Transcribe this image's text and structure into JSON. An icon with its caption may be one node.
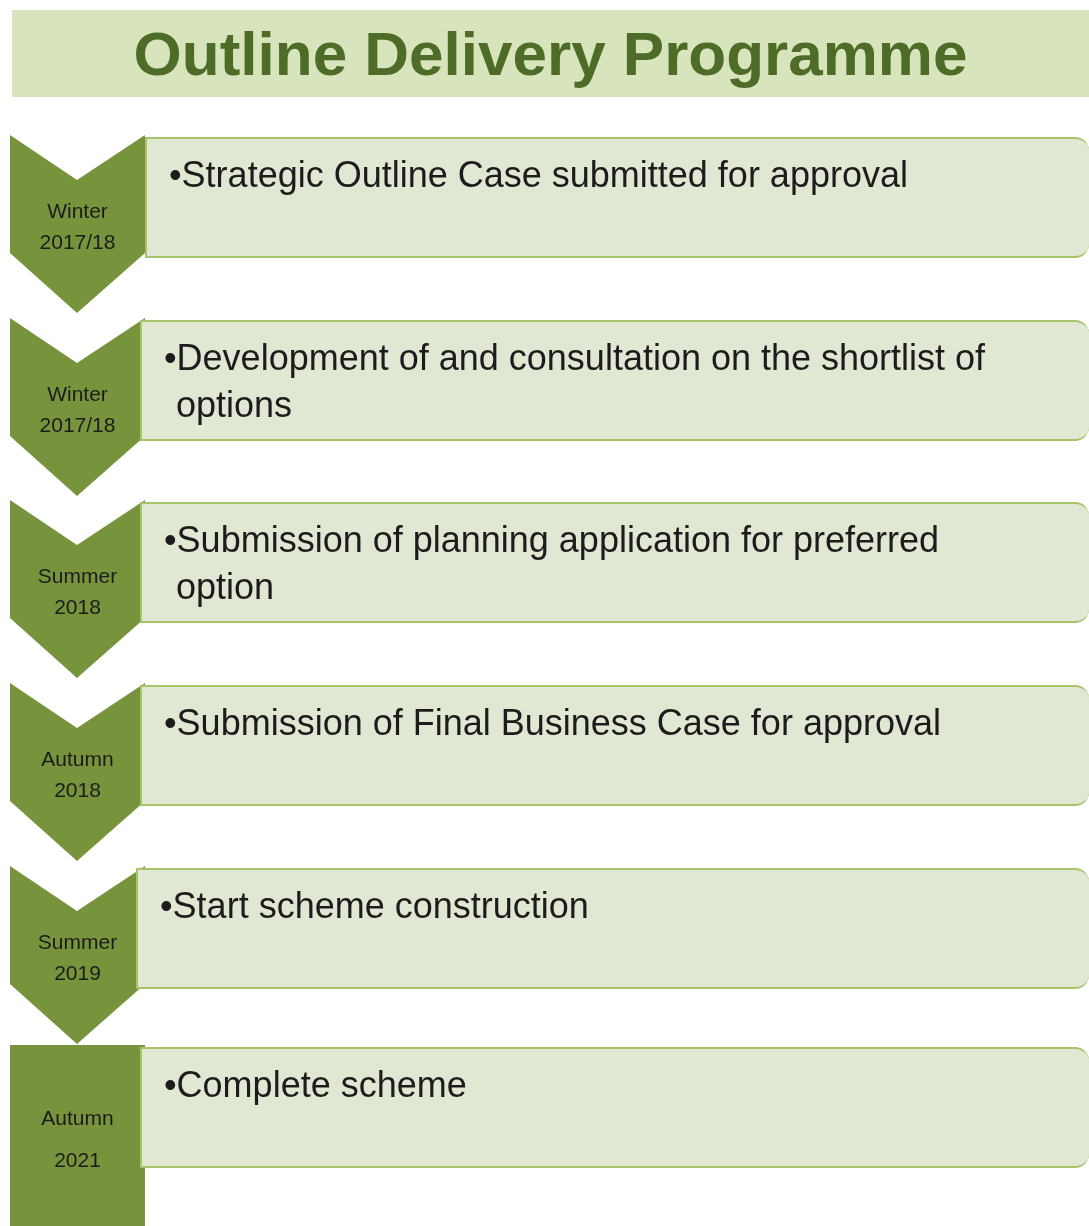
{
  "diagram": {
    "title": "Outline Delivery Programme",
    "nodes": [
      {
        "text": [
          "Winter 2017/18"
        ]
      },
      {
        "text": [
          "•Strategic Outline Case submitted for approval"
        ]
      },
      {
        "text": [
          "Winter 2017/18"
        ]
      },
      {
        "text": [
          "•Development of and consultation on the shortlist of options"
        ]
      },
      {
        "text": [
          "Summer 2018"
        ]
      },
      {
        "text": [
          "•Submission of planning application for preferred option"
        ]
      },
      {
        "text": [
          "Autumn 2018"
        ]
      },
      {
        "text": [
          "•Submission of Final Business Case for approval"
        ]
      },
      {
        "text": [
          "Summer 2019"
        ]
      },
      {
        "text": [
          "•Start scheme construction"
        ]
      },
      {
        "text": [
          "Autumn 2021"
        ]
      },
      {
        "text": [
          "•Complete scheme"
        ]
      }
    ]
  }
}
